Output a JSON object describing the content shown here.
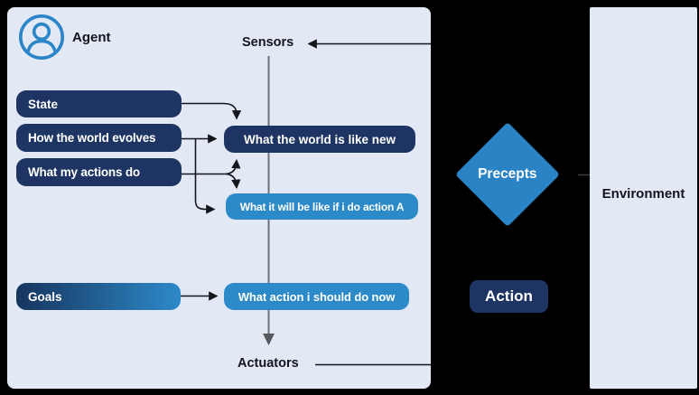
{
  "palette": {
    "background": "#000000",
    "panel": "#e2e8f4",
    "navy_box": "#1e3462",
    "blue_box": "#2d8ac9",
    "diamond_blue": "#2a83c5",
    "goals_gradient_start": "#16355e",
    "goals_gradient_end": "#2d8ac9",
    "arrow_black": "#14161c",
    "center_line_gray": "#6f7377",
    "icon_blue": "#2b85c8"
  },
  "agent_panel": {
    "label": "Agent"
  },
  "environment_panel": {
    "label": "Environment"
  },
  "interface_labels": {
    "sensors": "Sensors",
    "actuators": "Actuators"
  },
  "model_boxes": {
    "state": "State",
    "how_world_evolves": "How the world evolves",
    "what_my_actions_do": "What my actions do",
    "goals": "Goals"
  },
  "reasoning_boxes": {
    "world_now": "What the world is like new",
    "world_if_action": "What it will be like if i do action A",
    "action_to_do": "What action i should do now"
  },
  "exchange": {
    "precepts": "Precepts",
    "action": "Action"
  },
  "icons": {
    "agent": "person-circle-icon"
  }
}
